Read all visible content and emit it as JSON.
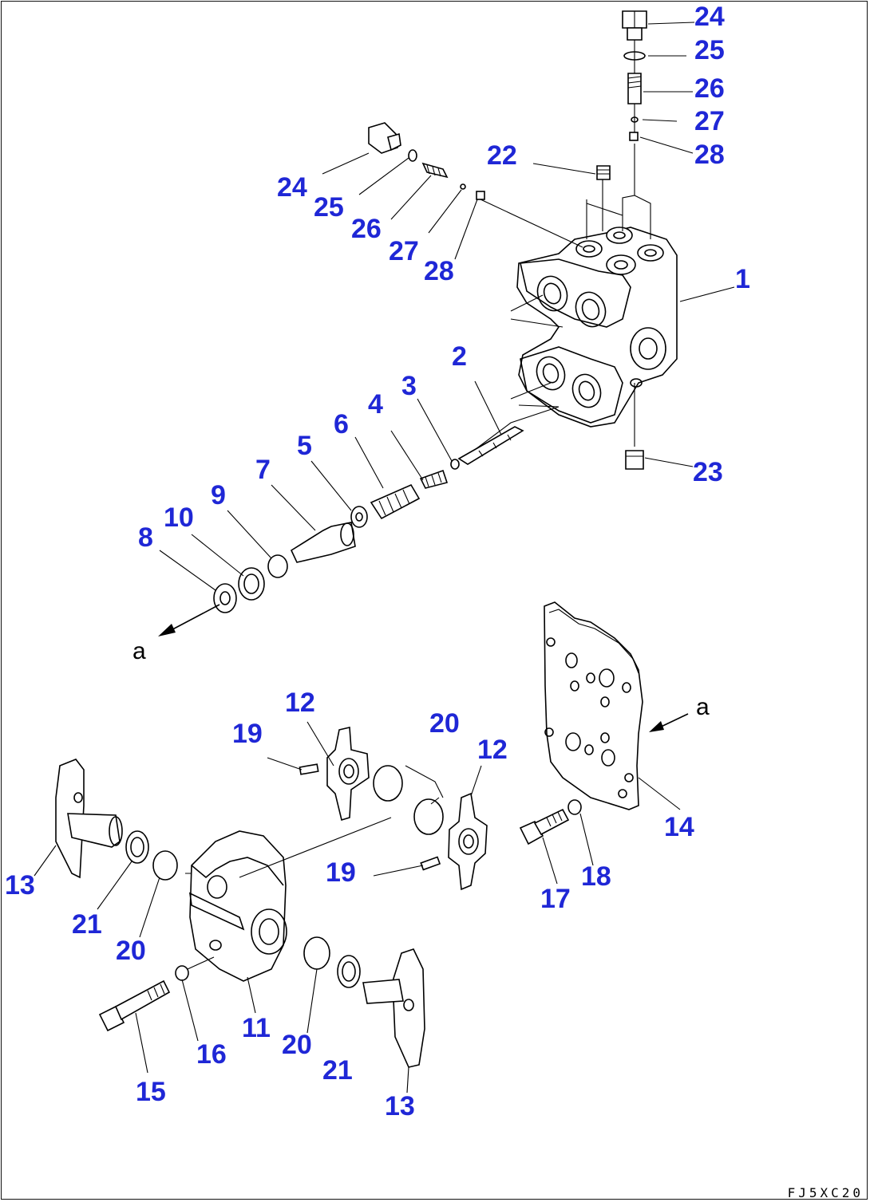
{
  "diagram": {
    "drawing_code": "FJ5XC20",
    "view_marks": [
      "a",
      "a"
    ],
    "part_callouts": [
      "24",
      "25",
      "26",
      "27",
      "28",
      "22",
      "24",
      "25",
      "26",
      "27",
      "28",
      "1",
      "2",
      "3",
      "4",
      "6",
      "5",
      "7",
      "9",
      "10",
      "8",
      "23",
      "12",
      "19",
      "20",
      "12",
      "14",
      "13",
      "21",
      "20",
      "19",
      "18",
      "17",
      "11",
      "16",
      "20",
      "21",
      "15",
      "13"
    ]
  }
}
